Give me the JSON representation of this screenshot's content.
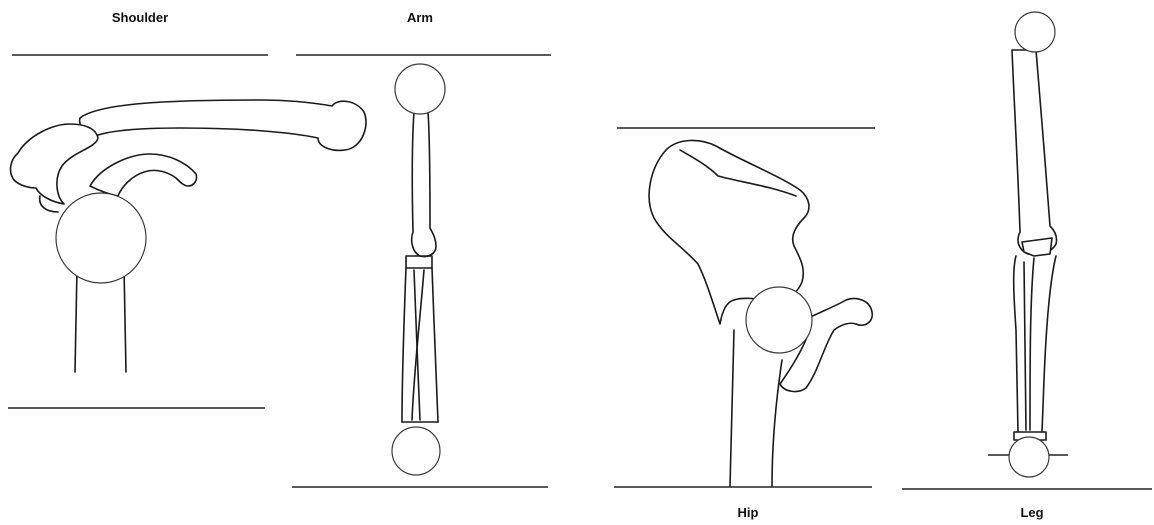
{
  "figure": {
    "panels": [
      {
        "id": "shoulder",
        "label": "Shoulder"
      },
      {
        "id": "arm",
        "label": "Arm"
      },
      {
        "id": "hip",
        "label": "Hip"
      },
      {
        "id": "leg",
        "label": "Leg"
      }
    ]
  },
  "colors": {
    "line": "#1a1a1a",
    "background": "#ffffff"
  }
}
